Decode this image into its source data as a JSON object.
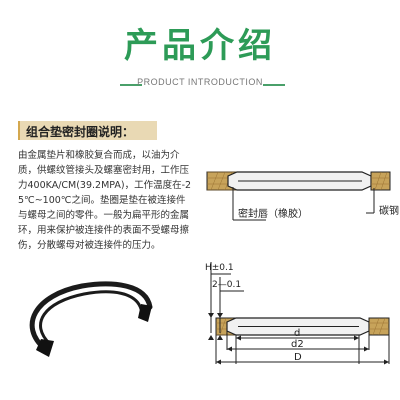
{
  "header": {
    "title": "产品介绍",
    "subtitle": "PRODUCT INTRODUCTION"
  },
  "section": {
    "label": "组合垫密封圈说明："
  },
  "description": {
    "text": "由金属垫片和橡胶复合而成，以油为介质，供螺纹管接头及螺塞密封用，工作压力400KA/CM(39.2MPA)，工作温度在-25℃~100℃之间。垫圈是垫在被连接件与螺母之间的零件。一般为扁平形的金属环，用来保护被连接件的表面不受螺母擦伤，分散螺母对被连接件的压力。"
  },
  "diagram_top": {
    "label_seal_lip": "密封唇（橡胶）",
    "label_carbon_steel": "碳钢"
  },
  "diagram_bottom": {
    "tol_h": "H±0.1",
    "tol_2": "2—0.1",
    "dim_d": "d",
    "dim_d2": "d2",
    "dim_D": "D"
  },
  "colors": {
    "title_green": "#2d9b57",
    "label_bg": "#e9d9b4",
    "metal_fill": "#c7a35a",
    "rubber_fill": "#f1f1f1"
  }
}
